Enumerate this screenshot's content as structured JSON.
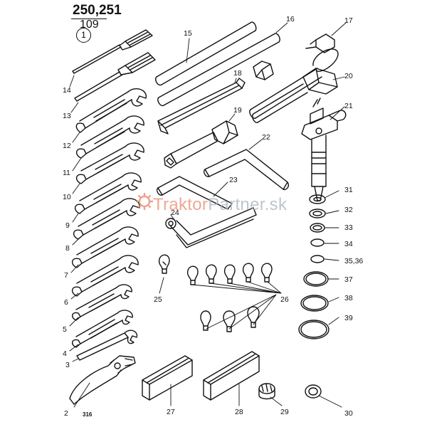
{
  "header": {
    "model": "250,251",
    "sheet": "109",
    "group": "1"
  },
  "reference": "316",
  "watermark": {
    "brand_main": "Traktor",
    "brand_second": "Partner",
    "suffix": ".sk"
  },
  "callouts": [
    "2",
    "3",
    "4",
    "5",
    "6",
    "7",
    "8",
    "9",
    "10",
    "11",
    "12",
    "13",
    "14",
    "15",
    "16",
    "17",
    "18",
    "19",
    "20",
    "21",
    "22",
    "23",
    "24",
    "25",
    "26",
    "27",
    "28",
    "29",
    "30",
    "31",
    "32",
    "33",
    "34",
    "35,36",
    "37",
    "38",
    "39"
  ],
  "colors": {
    "ink": "#111111",
    "watermark_orange": "#e88b72",
    "watermark_grey": "#aab2bc"
  }
}
